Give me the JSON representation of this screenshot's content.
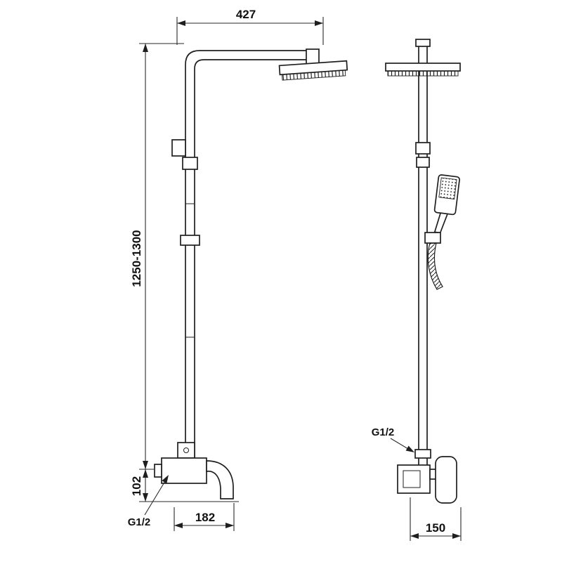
{
  "colors": {
    "line": "#1f1f1f",
    "background": "#ffffff"
  },
  "front_view": {
    "dim_top_width": "427",
    "dim_height_range": "1250-1300",
    "dim_spout_drop": "102",
    "dim_spout_reach": "182",
    "inlet_thread": "G1/2"
  },
  "side_view": {
    "inlet_thread": "G1/2",
    "dim_mixer_depth": "150"
  }
}
